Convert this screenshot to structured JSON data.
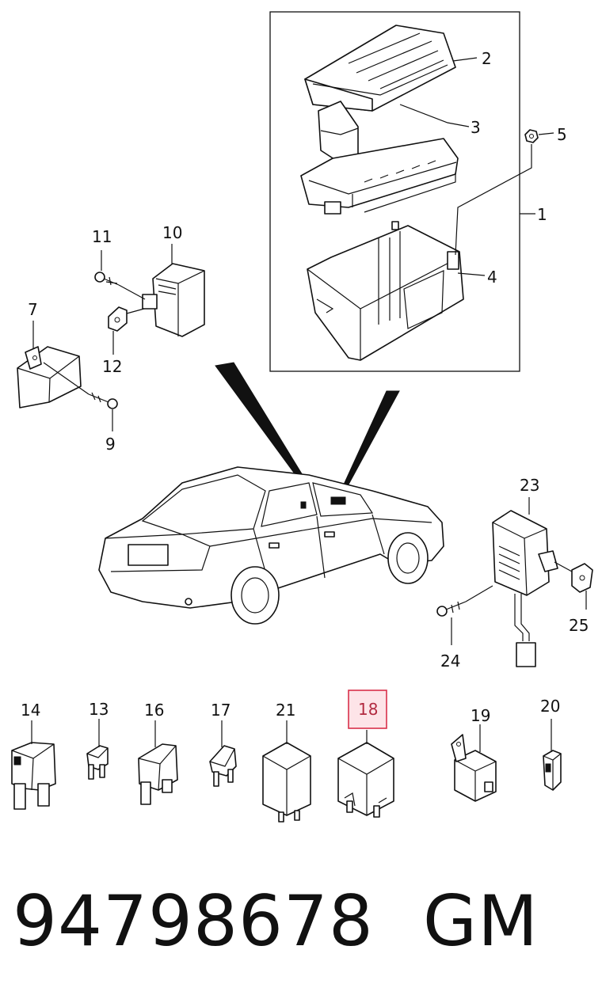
{
  "callouts": {
    "c1": "1",
    "c2": "2",
    "c3": "3",
    "c4": "4",
    "c5": "5",
    "c7": "7",
    "c9": "9",
    "c10": "10",
    "c11": "11",
    "c12": "12",
    "c13": "13",
    "c14": "14",
    "c16": "16",
    "c17": "17",
    "c18": "18",
    "c19": "19",
    "c20": "20",
    "c21": "21",
    "c23": "23",
    "c24": "24",
    "c25": "25"
  },
  "highlighted_callout": "18",
  "footer": {
    "part_number": "94798678",
    "brand": "GM"
  },
  "colors": {
    "line": "#111111",
    "highlight_border": "#d9304a",
    "highlight_fill": "#fde4e8"
  }
}
